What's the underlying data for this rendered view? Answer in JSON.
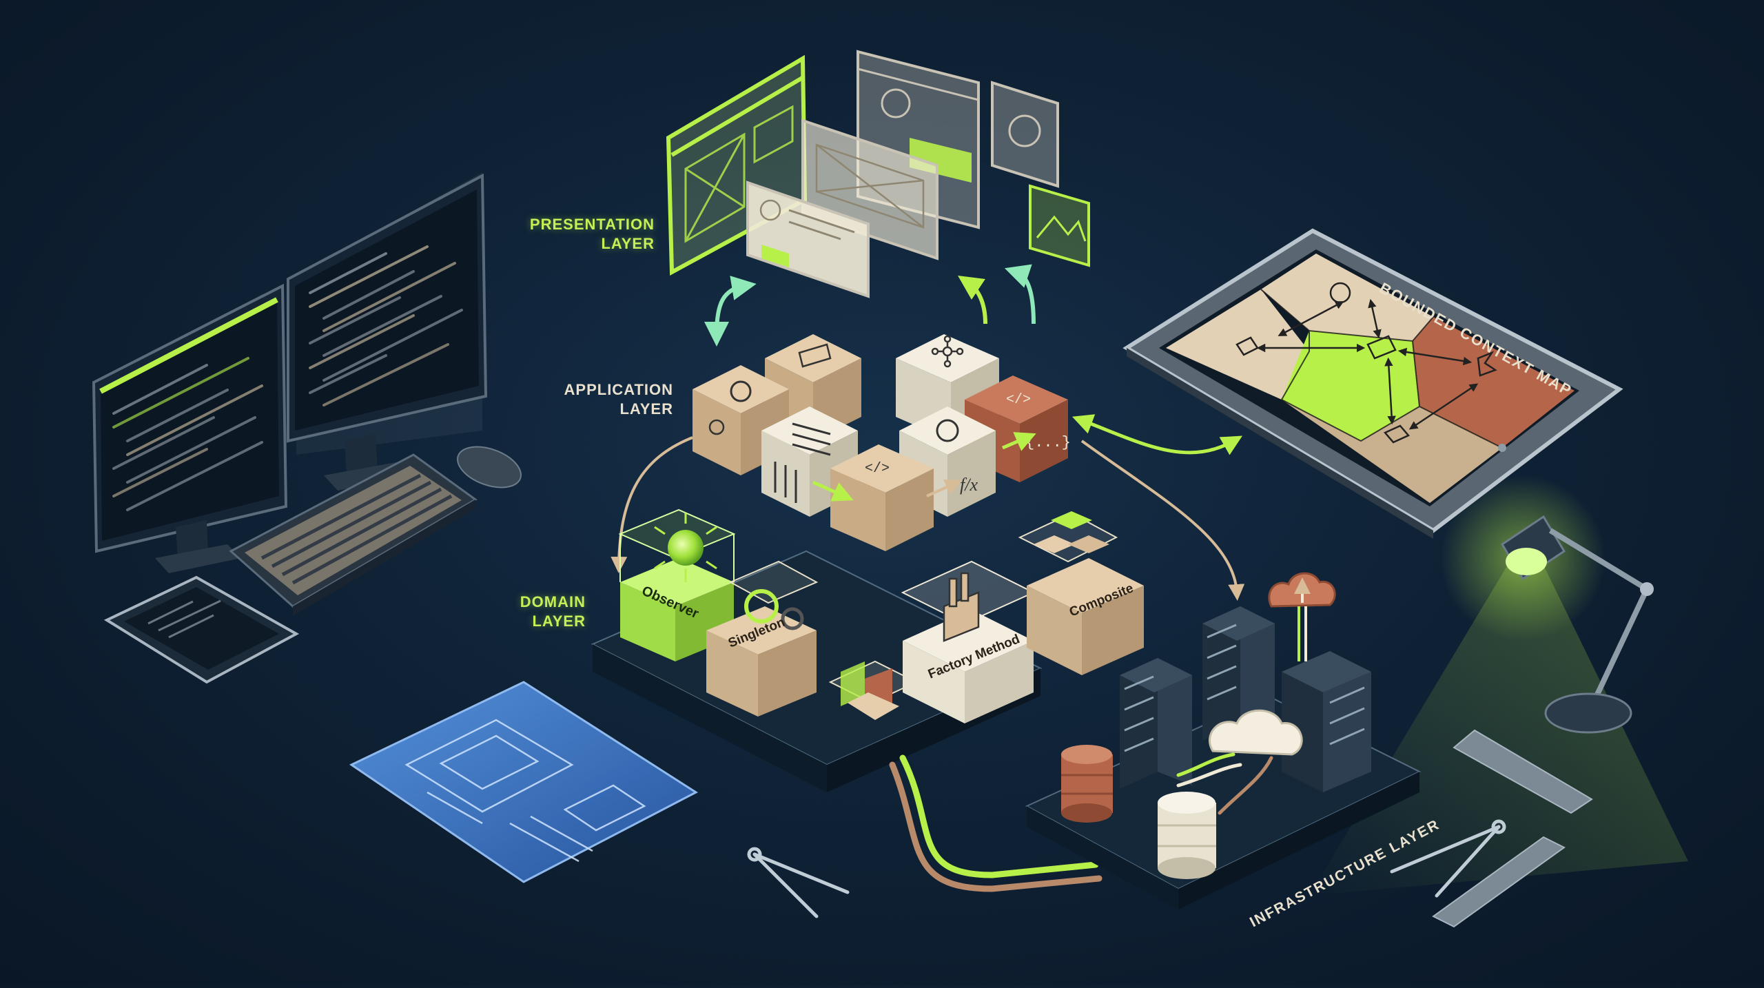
{
  "labels": {
    "presentation_line1": "PRESENTATION",
    "presentation_line2": "LAYER",
    "application_line1": "APPLICATION",
    "application_line2": "LAYER",
    "domain_line1": "DOMAIN",
    "domain_line2": "LAYER",
    "bounded_context_map": "BOUNDED CONTEXT MAP",
    "infrastructure_layer": "INFRASTRUCTURE LAYER"
  },
  "domain_patterns": {
    "observer": "Observer",
    "singleton": "Singleton",
    "factory_method": "Factory Method",
    "composite": "Composite"
  },
  "application_icons": {
    "code": "</>",
    "braces": "{...}",
    "function": "f/x"
  },
  "colors": {
    "background": "#0f2236",
    "accent_green": "#b8f04a",
    "cream": "#f0e9d6",
    "tan": "#d8bc98",
    "terracotta": "#b5654a",
    "blueprint": "#3c78c8"
  }
}
